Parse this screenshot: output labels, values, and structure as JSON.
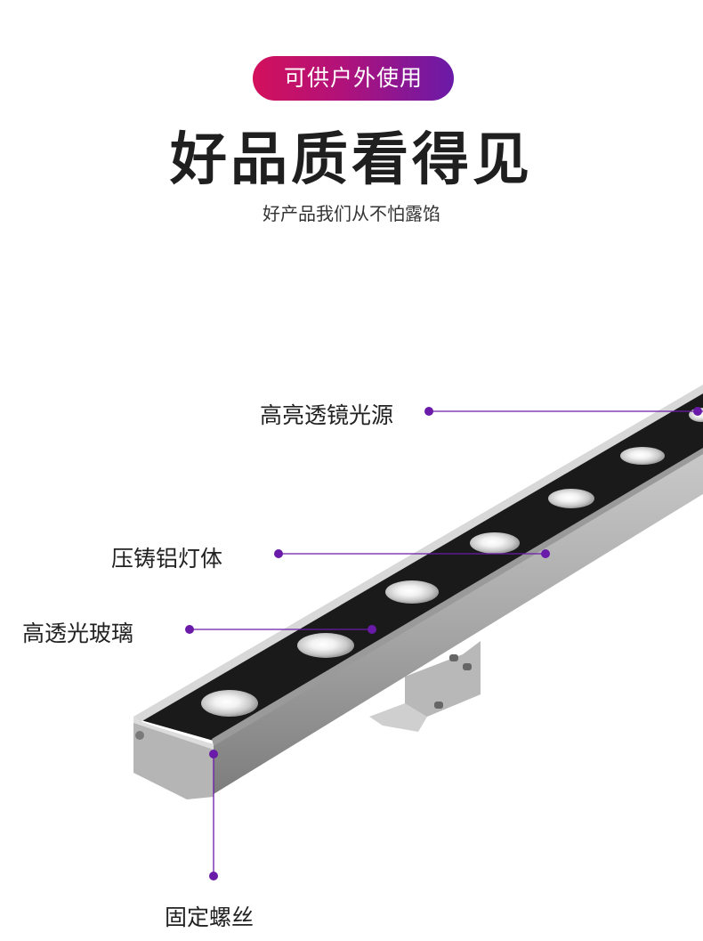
{
  "badge": "可供户外使用",
  "title": "好品质看得见",
  "subtitle": "好产品我们从不怕露馅",
  "callouts": {
    "lens": "高亮透镜光源",
    "body": "压铸铝灯体",
    "glass": "高透光玻璃",
    "screw": "固定螺丝"
  },
  "colors": {
    "accent_start": "#d3105c",
    "accent_end": "#6a1aa8",
    "pointer": "#6a1aa8"
  }
}
